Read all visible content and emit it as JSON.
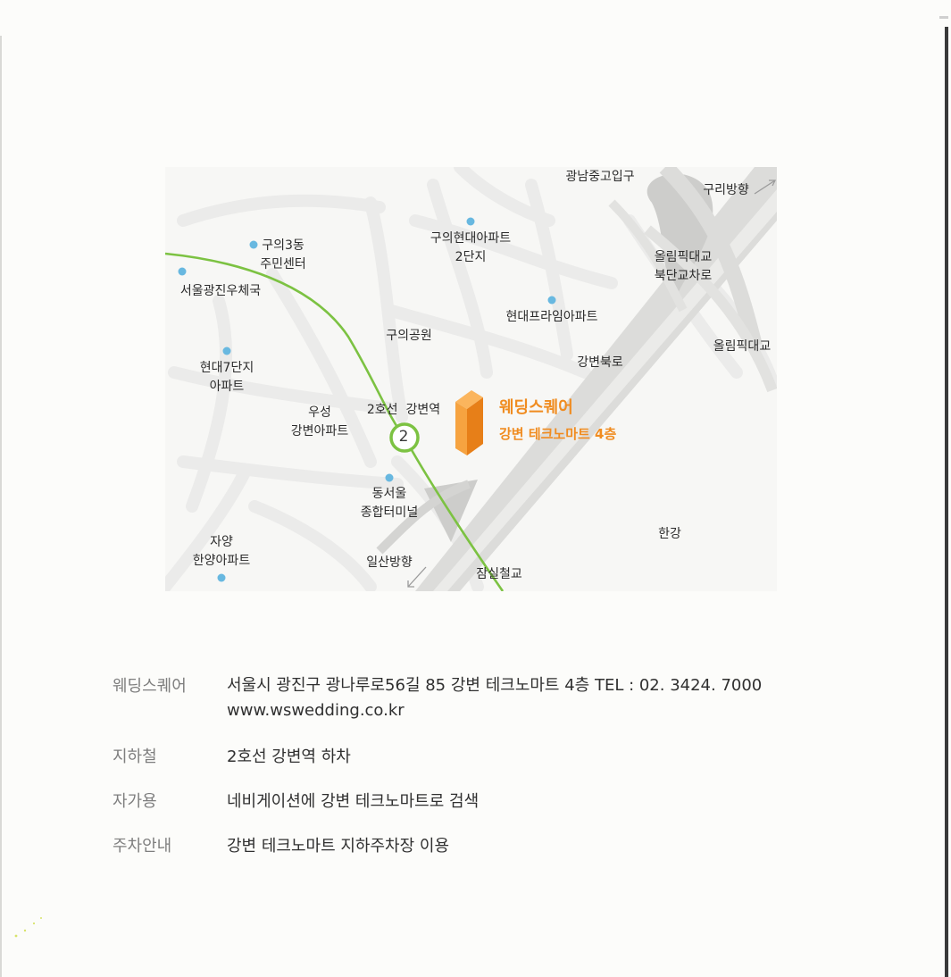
{
  "map": {
    "labels": {
      "gwangnam_school": "광남중고입구",
      "guri_direction": "구리방향",
      "olympic_bridge_north": "올림픽대교\n북단교차로",
      "olympic_bridge": "올림픽대교",
      "guui3dong": "구의3동\n주민센터",
      "post_office": "서울광진우체국",
      "guui_hyundai": "구의현대아파트\n2단지",
      "hyundai_prime": "현대프라임아파트",
      "guui_park": "구의공원",
      "gangbyeon_buk_ro": "강변북로",
      "hyundai7": "현대7단지\n아파트",
      "woosung": "우성\n강변아파트",
      "station": "2호선  강변역",
      "dongseoul_terminal": "동서울\n종합터미널",
      "jayang": "자양\n한양아파트",
      "ilsan_direction": "일산방향",
      "jamsil_bridge": "잠실철교",
      "hangang": "한강"
    },
    "subway_line_number": "2",
    "venue_name": "웨딩스퀘어",
    "venue_location": "강변 테크노마트 4층",
    "colors": {
      "subway_line": "#7cc242",
      "venue": "#f08c20",
      "poi_dot": "#68b8e0",
      "road": "#ebebea",
      "expressway": "#cfcfcd"
    }
  },
  "info": {
    "rows": [
      {
        "label": "웨딩스퀘어",
        "lines": [
          "서울시 광진구 광나루로56길 85 강변 테크노마트 4층   TEL : 02. 3424. 7000",
          "www.wswedding.co.kr"
        ]
      },
      {
        "label": "지하철",
        "lines": [
          "2호선 강변역 하차"
        ]
      },
      {
        "label": "자가용",
        "lines": [
          "네비게이션에 강변 테크노마트로 검색"
        ]
      },
      {
        "label": "주차안내",
        "lines": [
          "강변 테크노마트 지하주차장 이용"
        ]
      }
    ]
  }
}
